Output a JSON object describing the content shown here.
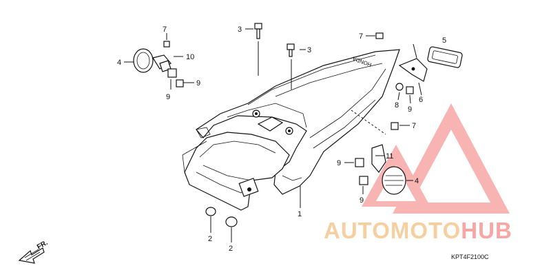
{
  "diagram": {
    "part_code": "KPT4F2100C",
    "front_label": "FR.",
    "fender_mark": "HONDA",
    "callouts": {
      "c1": "1",
      "c2a": "2",
      "c2b": "2",
      "c3a": "3",
      "c3b": "3",
      "c4a": "4",
      "c4b": "4",
      "c5": "5",
      "c6": "6",
      "c7a": "7",
      "c7b": "7",
      "c7c": "7",
      "c8": "8",
      "c9a": "9",
      "c9b": "9",
      "c9c": "9",
      "c9d": "9",
      "c9e": "9",
      "c10": "10",
      "c11": "11"
    }
  },
  "watermark": {
    "text_a": "AUTOMOTO",
    "text_b": "HUB",
    "color_primary": "#f7a6a6",
    "color_secondary": "#f5cfa0"
  }
}
